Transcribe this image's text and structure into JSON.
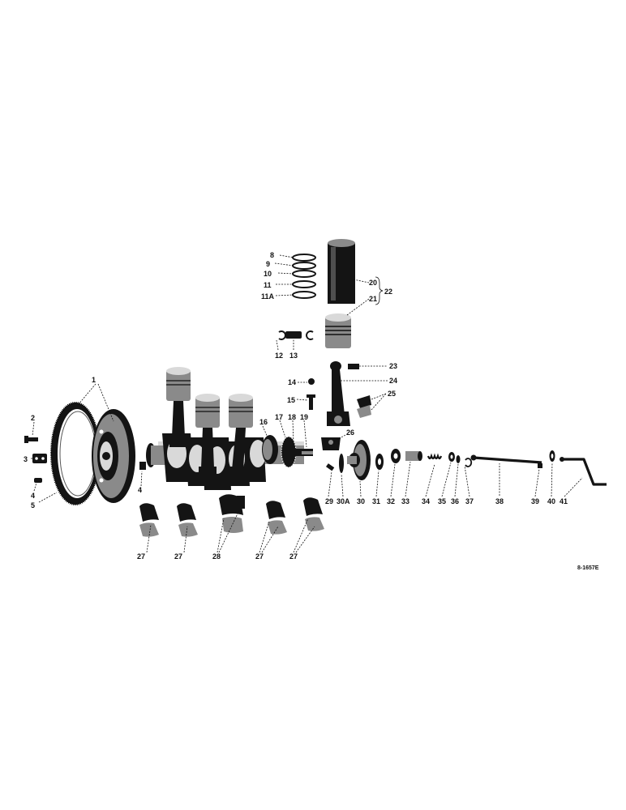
{
  "callouts": {
    "c1": "1",
    "c2": "2",
    "c3": "3",
    "c4a": "4",
    "c4b": "4",
    "c5": "5",
    "c8": "8",
    "c9": "9",
    "c10": "10",
    "c11": "11",
    "c11a": "11A",
    "c12": "12",
    "c13": "13",
    "c14": "14",
    "c15": "15",
    "c16": "16",
    "c17": "17",
    "c18": "18",
    "c19": "19",
    "c20": "20",
    "c21": "21",
    "c22": "22",
    "c23": "23",
    "c24": "24",
    "c25": "25",
    "c26": "26",
    "c27a": "27",
    "c27b": "27",
    "c27c": "27",
    "c27d": "27",
    "c28": "28",
    "c29": "29",
    "c30a": "30A",
    "c30": "30",
    "c31": "31",
    "c32": "32",
    "c33": "33",
    "c34": "34",
    "c35": "35",
    "c36": "36",
    "c37": "37",
    "c38": "38",
    "c39": "39",
    "c40": "40",
    "c41": "41"
  },
  "drawing_ref": "8-1657E"
}
